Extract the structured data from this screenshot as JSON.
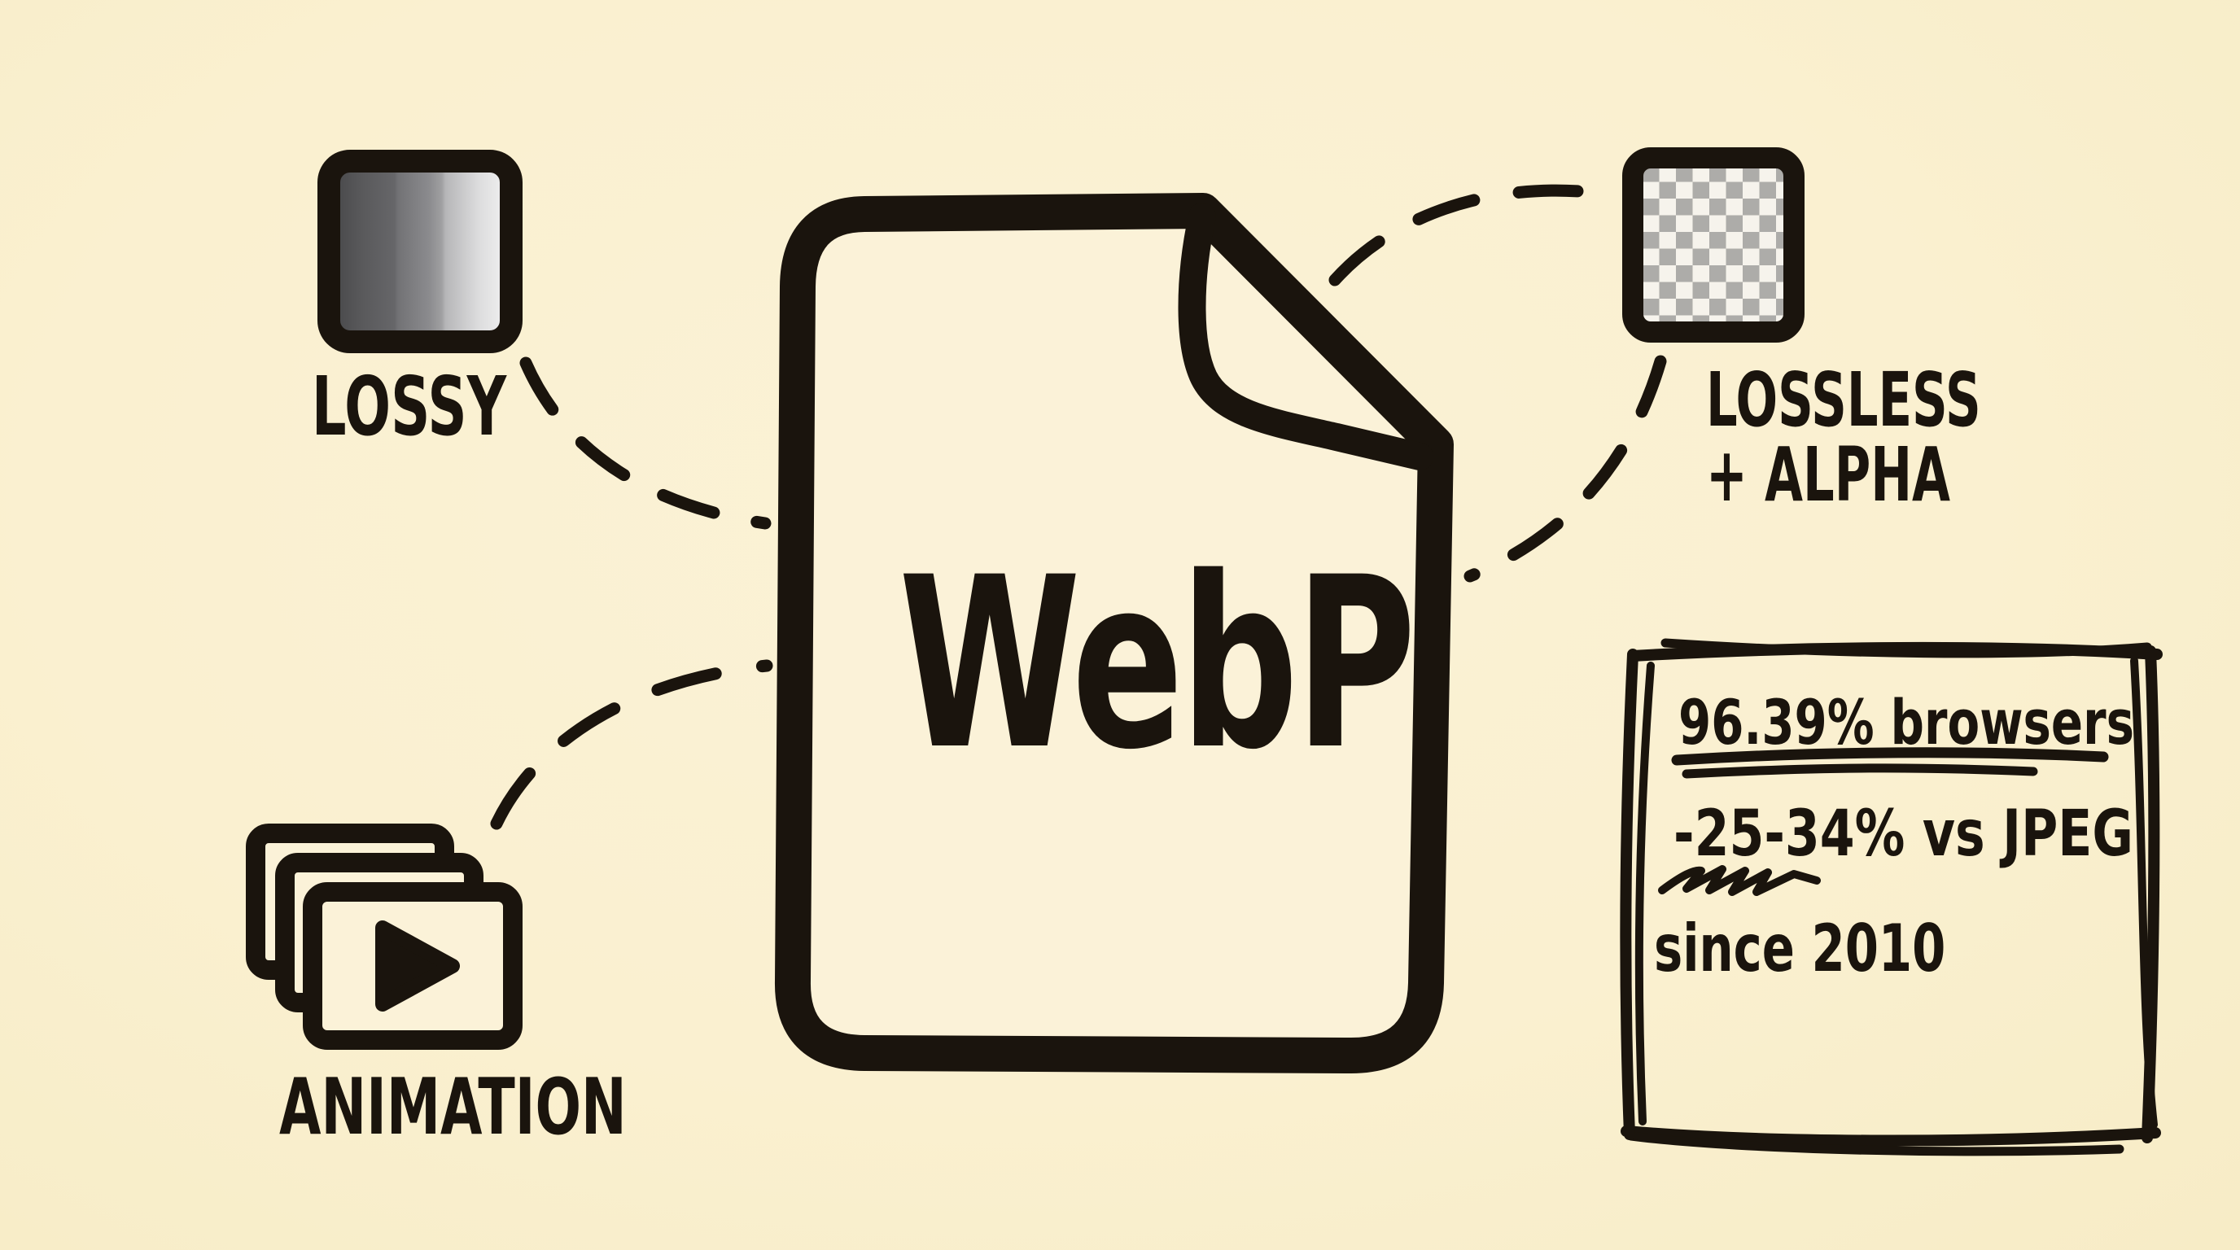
{
  "canvas": {
    "background_color": "#faf0d0",
    "ink_color": "#1a140d",
    "checker_gray": "#adaca9",
    "checker_white": "#f6f3ec"
  },
  "center_file": {
    "label": "WebP",
    "icon": "file-with-folded-corner"
  },
  "features": {
    "lossy": {
      "label": "LOSSY",
      "icon": "gradient-swatch"
    },
    "lossless": {
      "label_line1": "LOSSLESS",
      "label_line2": "+ ALPHA",
      "icon": "transparency-checkerboard-swatch"
    },
    "animation": {
      "label": "ANIMATION",
      "icon": "stacked-frames-with-play"
    }
  },
  "stats_box": {
    "lines": [
      {
        "text": "96.39% browsers"
      },
      {
        "text": "-25-34% vs JPEG"
      },
      {
        "text": "since 2010"
      }
    ]
  }
}
